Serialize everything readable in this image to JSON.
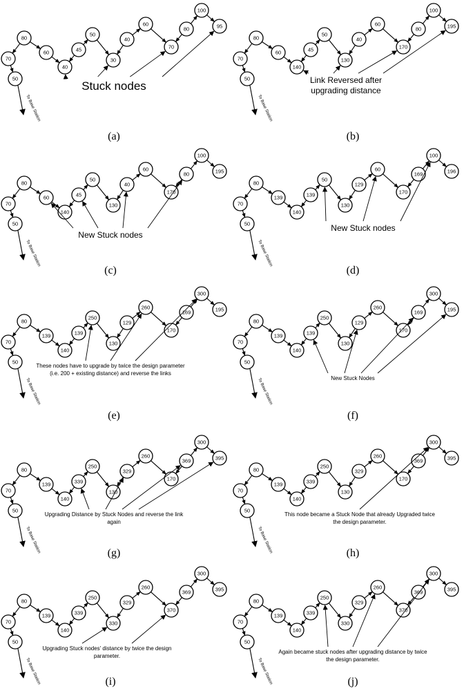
{
  "base_station_label": "To Base Station",
  "panels": [
    {
      "label": "(a)",
      "values": [
        "70",
        "80",
        "50",
        "60",
        "40",
        "45",
        "50",
        "30",
        "40",
        "60",
        "70",
        "80",
        "100",
        "95"
      ],
      "caption_lines": [
        "Stuck nodes"
      ],
      "caption_size": "large"
    },
    {
      "label": "(b)",
      "values": [
        "70",
        "80",
        "50",
        "60",
        "140",
        "45",
        "50",
        "130",
        "40",
        "60",
        "170",
        "80",
        "100",
        "195"
      ],
      "caption_lines": [
        "Link Reversed after",
        "upgrading distance"
      ],
      "caption_size": "medium"
    },
    {
      "label": "(c)",
      "values": [
        "70",
        "80",
        "50",
        "60",
        "140",
        "45",
        "50",
        "130",
        "40",
        "60",
        "170",
        "80",
        "100",
        "195"
      ],
      "caption_lines": [
        "New Stuck nodes"
      ],
      "caption_size": "medium"
    },
    {
      "label": "(d)",
      "values": [
        "70",
        "80",
        "50",
        "139",
        "140",
        "139",
        "50",
        "130",
        "129",
        "60",
        "170",
        "169",
        "100",
        "196"
      ],
      "caption_lines": [
        "New Stuck nodes"
      ],
      "caption_size": "medium"
    },
    {
      "label": "(e)",
      "values": [
        "70",
        "80",
        "50",
        "139",
        "140",
        "139",
        "250",
        "130",
        "129",
        "260",
        "170",
        "169",
        "300",
        "195"
      ],
      "caption_lines": [
        "These nodes have to upgrade by twice the design parameter",
        "(i.e. 200 + existing distance) and reverse the links"
      ],
      "caption_size": "small"
    },
    {
      "label": "(f)",
      "values": [
        "70",
        "80",
        "50",
        "139",
        "140",
        "139",
        "250",
        "130",
        "129",
        "260",
        "170",
        "169",
        "300",
        "195"
      ],
      "caption_lines": [
        "New Stuck Nodes"
      ],
      "caption_size": "small"
    },
    {
      "label": "(g)",
      "values": [
        "70",
        "80",
        "50",
        "139",
        "140",
        "339",
        "250",
        "130",
        "329",
        "260",
        "170",
        "369",
        "300",
        "395"
      ],
      "caption_lines": [
        "Upgrading Distance by Stuck Nodes and reverse the link",
        "again"
      ],
      "caption_size": "small"
    },
    {
      "label": "(h)",
      "values": [
        "70",
        "80",
        "50",
        "139",
        "140",
        "339",
        "250",
        "130",
        "329",
        "260",
        "170",
        "369",
        "300",
        "395"
      ],
      "caption_lines": [
        "This node became a Stuck Node that already Upgraded twice",
        "the design parameter."
      ],
      "caption_size": "small"
    },
    {
      "label": "(i)",
      "values": [
        "70",
        "80",
        "50",
        "139",
        "140",
        "339",
        "250",
        "330",
        "329",
        "260",
        "370",
        "369",
        "300",
        "395"
      ],
      "caption_lines": [
        "Upgrading Stuck nodes' distance by twice the design",
        "parameter."
      ],
      "caption_size": "small"
    },
    {
      "label": "(j)",
      "values": [
        "70",
        "80",
        "50",
        "139",
        "140",
        "339",
        "250",
        "330",
        "329",
        "260",
        "370",
        "369",
        "300",
        "395"
      ],
      "caption_lines": [
        "Again became stuck nodes after upgrading distance by twice",
        "the design parameter."
      ],
      "caption_size": "small"
    }
  ]
}
